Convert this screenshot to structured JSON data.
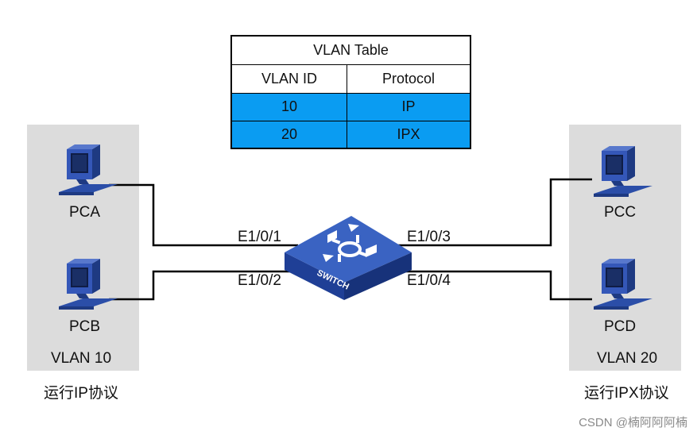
{
  "table": {
    "title": "VLAN Table",
    "headers": [
      "VLAN ID",
      "Protocol"
    ],
    "rows": [
      {
        "vlan_id": "10",
        "protocol": "IP"
      },
      {
        "vlan_id": "20",
        "protocol": "IPX"
      }
    ],
    "highlight_color": "#0a9cf2"
  },
  "hosts": {
    "pca": "PCA",
    "pcb": "PCB",
    "pcc": "PCC",
    "pcd": "PCD"
  },
  "ports": {
    "p1": "E1/0/1",
    "p2": "E1/0/2",
    "p3": "E1/0/3",
    "p4": "E1/0/4"
  },
  "switch_label": "SWITCH",
  "groups": {
    "left": {
      "vlan": "VLAN 10",
      "caption": "运行IP协议"
    },
    "right": {
      "vlan": "VLAN 20",
      "caption": "运行IPX协议"
    }
  },
  "watermark": "CSDN @楠阿阿阿楠",
  "colors": {
    "group_bg": "#dcdcdc",
    "device_blue": "#2b4ea8"
  }
}
